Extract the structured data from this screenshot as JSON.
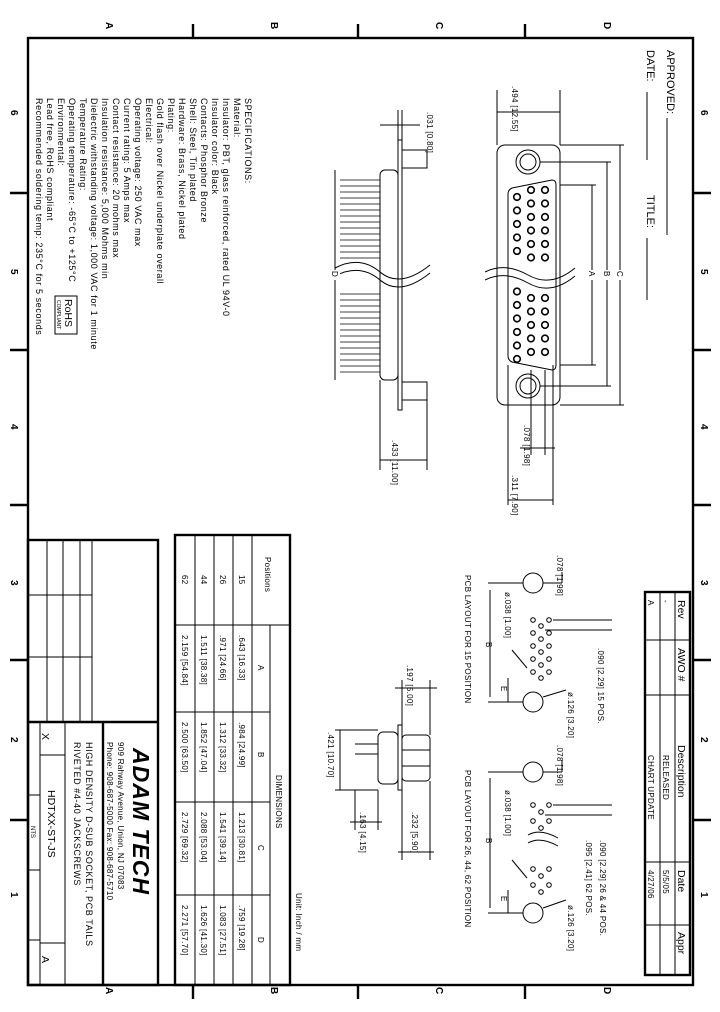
{
  "zones": {
    "letters": [
      "A",
      "B",
      "C",
      "D"
    ],
    "numbers": [
      "6",
      "5",
      "4",
      "3",
      "2",
      "1"
    ]
  },
  "header": {
    "approved_label": "APPROVED:",
    "date_label": "DATE:",
    "title_label": "TITLE:"
  },
  "revisions": {
    "columns": [
      "Rev",
      "AWO #",
      "Description",
      "Date",
      "Appr"
    ],
    "rows": [
      [
        "-",
        "",
        "RELEASED",
        "5/5/05",
        ""
      ],
      [
        "A",
        "",
        "CHART UPDATE",
        "4/27/06",
        ""
      ]
    ]
  },
  "specifications": [
    "SPECIFICATIONS:",
    "Material:",
    "Insulator: PBT, glass reinforced, rated UL 94V-0",
    "Insulator color: Black",
    "Contacts: Phosphor Bronze",
    "Shell: Steel, Tin plated",
    "Hardware: Brass, Nickel plated",
    "Plating:",
    "Gold flash over Nickel underplate overall",
    "Electrical:",
    "Operating voltage: 250 VAC max",
    "Current rating: 5 Amps max",
    "Contact resistance: 20 mohms max",
    "Insulation resistance: 5,000 Mohms min",
    "Dielectric withstanding voltage: 1,000 VAC for 1 minute",
    "Temperature Rating:",
    "Operating temperature: -65°C to +125°C",
    "Environmental:",
    "Lead free, RoHS compliant",
    "Recommended soldering temp: 235°C for 5 seconds"
  ],
  "rohs": {
    "main": "RoHS",
    "sub": "COMPLIANT"
  },
  "front_view": {
    "width_dim": ".494 [12.55]",
    "pitch_dim": ".078 [1.98]",
    "row_dim": ".311 [7.90]",
    "labels": [
      "A",
      "B",
      "C"
    ]
  },
  "side_view": {
    "flange_dim": ".031 [0.80]",
    "depth_dim": ".433 [11.00]",
    "d_label": "D"
  },
  "end_view": {
    "dim_197": ".197 [5.00]",
    "dim_421": ".421 [10.70]",
    "dim_163": ".163 [4.15]",
    "dim_232": ".232 [5.90]"
  },
  "pcb_15": {
    "title": "PCB LAYOUT FOR 15 POSITION",
    "pitch": ".078 [1.98]",
    "row_spacing": ".090 [2.29] 15 POS.",
    "mount_hole": "ø.126 [3.20]",
    "pin_hole": "ø.038 [1.00]",
    "b": "B",
    "e": "E"
  },
  "pcb_multi": {
    "title": "PCB LAYOUT FOR 26, 44, 62 POSITION",
    "pitch": ".078 [1.98]",
    "row_spacing_a": ".090 [2.29] 26 & 44 POS.",
    "row_spacing_b": ".095 [2.41] 62 POS.",
    "mount_hole": "ø.126 [3.20]",
    "pin_hole": "ø.038 [1.00]",
    "b": "B",
    "e": "E"
  },
  "dimensions_table": {
    "unit": "Unit: Inch / mm",
    "group_header": "DIMENSIONS",
    "positions_header": "Positions",
    "columns": [
      "A",
      "B",
      "C",
      "D"
    ],
    "rows": [
      {
        "positions": "15",
        "values": [
          ".643 [16.33]",
          ".984 [24.99]",
          "1.213 [30.81]",
          ".759 [19.28]"
        ]
      },
      {
        "positions": "26",
        "values": [
          ".971 [24.66]",
          "1.312 [33.32]",
          "1.541 [39.14]",
          "1.083 [27.51]"
        ]
      },
      {
        "positions": "44",
        "values": [
          "1.511 [38.38]",
          "1.852 [47.04]",
          "2.088 [53.04]",
          "1.626 [41.30]"
        ]
      },
      {
        "positions": "62",
        "values": [
          "2.159 [54.84]",
          "2.500 [63.50]",
          "2.729 [69.32]",
          "2.271 [57.70]"
        ]
      }
    ]
  },
  "title_block": {
    "company": "ADAM TECH",
    "address": "909 Rahway Avenue, Union, NJ 07083",
    "phone": "Phone: 908-687-5000 Fax: 908-687-5710",
    "title_line1": "HIGH DENSITY D-SUB SOCKET, PCB TAILS",
    "title_line2": "RIVETED #4-40 JACKSCREWS",
    "part_number": "HDTXX-ST-JS",
    "scale_value": "X",
    "scale": "NTS",
    "rev": "A"
  }
}
